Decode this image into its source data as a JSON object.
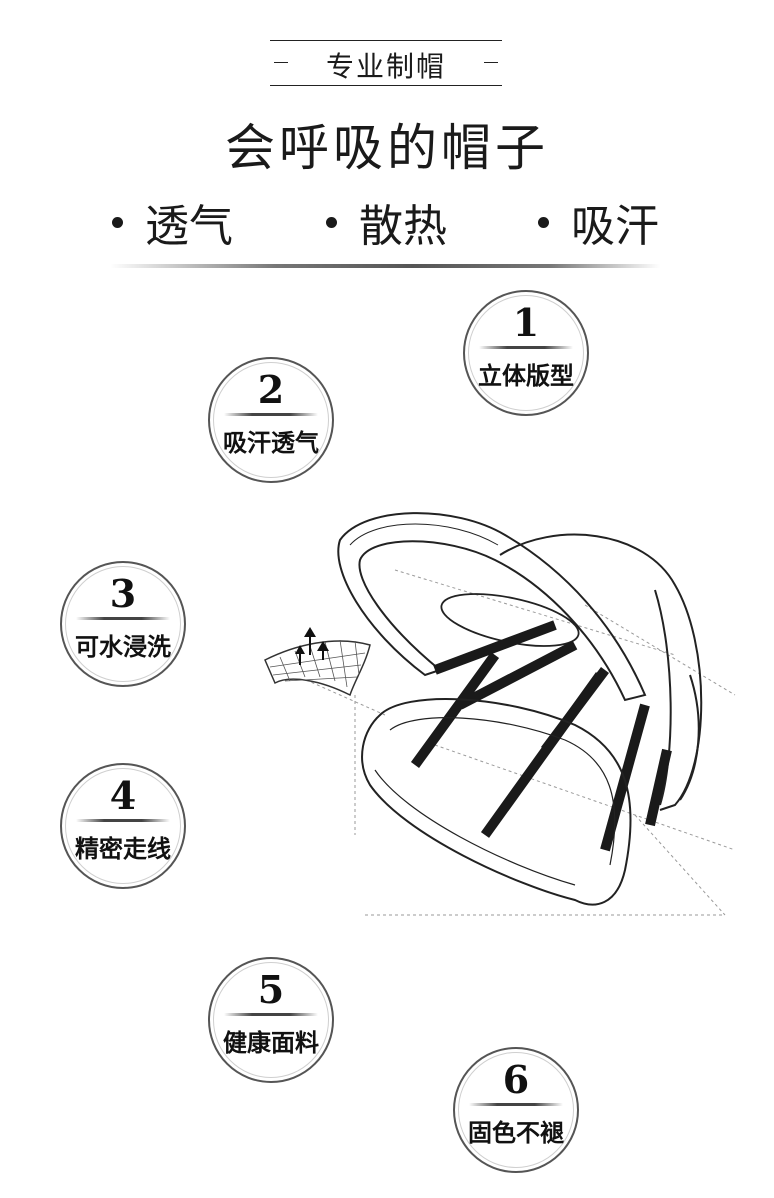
{
  "header": {
    "label": "专业制帽"
  },
  "title": "会呼吸的帽子",
  "features": [
    "透气",
    "散热",
    "吸汗"
  ],
  "badges": [
    {
      "number": "1",
      "text": "立体版型"
    },
    {
      "number": "2",
      "text": "吸汗透气"
    },
    {
      "number": "3",
      "text": "可水浸洗"
    },
    {
      "number": "4",
      "text": "精密走线"
    },
    {
      "number": "5",
      "text": "健康面料"
    },
    {
      "number": "6",
      "text": "固色不褪"
    }
  ],
  "icons": {
    "cap": "baseball-cap-exploded-sketch-icon",
    "mesh": "breathable-mesh-fabric-icon"
  },
  "colors": {
    "text": "#111111",
    "ring": "#555555",
    "background": "#ffffff"
  }
}
